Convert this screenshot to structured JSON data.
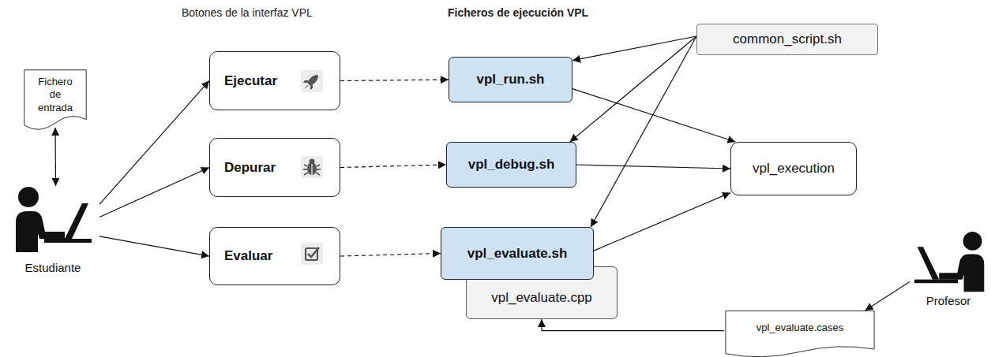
{
  "diagram": {
    "nodes": [
      {
        "text": [
          "Fichero de entrada"
        ]
      },
      {
        "text": [
          "Estudiante"
        ]
      },
      {
        "text": [
          "Ejecutar"
        ]
      },
      {
        "text": [
          "Depurar"
        ]
      },
      {
        "text": [
          "Evaluar"
        ]
      },
      {
        "text": [
          "vpl_run.sh"
        ]
      },
      {
        "text": [
          "vpl_debug.sh"
        ]
      },
      {
        "text": [
          "vpl_evaluate.sh"
        ]
      },
      {
        "text": [
          "vpl_evaluate.cpp"
        ]
      },
      {
        "text": [
          "common_script.sh"
        ]
      },
      {
        "text": [
          "vpl_execution"
        ]
      },
      {
        "text": [
          "Profesor"
        ]
      },
      {
        "text": [
          "vpl_evaluate.cases"
        ]
      }
    ],
    "edges": [
      {
        "from": 0,
        "to": 1,
        "arrow": "both"
      },
      {
        "from": 1,
        "to": 2,
        "arrow": "to"
      },
      {
        "from": 1,
        "to": 3,
        "arrow": "to"
      },
      {
        "from": 1,
        "to": 4,
        "arrow": "to"
      },
      {
        "from": 2,
        "to": 5,
        "arrow": "to"
      },
      {
        "from": 3,
        "to": 6,
        "arrow": "to"
      },
      {
        "from": 4,
        "to": 7,
        "arrow": "to"
      },
      {
        "from": 9,
        "to": 5,
        "arrow": "to"
      },
      {
        "from": 9,
        "to": 6,
        "arrow": "to"
      },
      {
        "from": 9,
        "to": 7,
        "arrow": "to"
      },
      {
        "from": 5,
        "to": 10,
        "arrow": "to"
      },
      {
        "from": 6,
        "to": 10,
        "arrow": "to"
      },
      {
        "from": 7,
        "to": 10,
        "arrow": "to"
      },
      {
        "from": 11,
        "to": 12,
        "arrow": "to"
      },
      {
        "from": 12,
        "to": 8,
        "arrow": "to"
      }
    ],
    "labels": [
      "Botones de la interfaz VPL",
      "Ficheros de ejecución VPL"
    ]
  }
}
